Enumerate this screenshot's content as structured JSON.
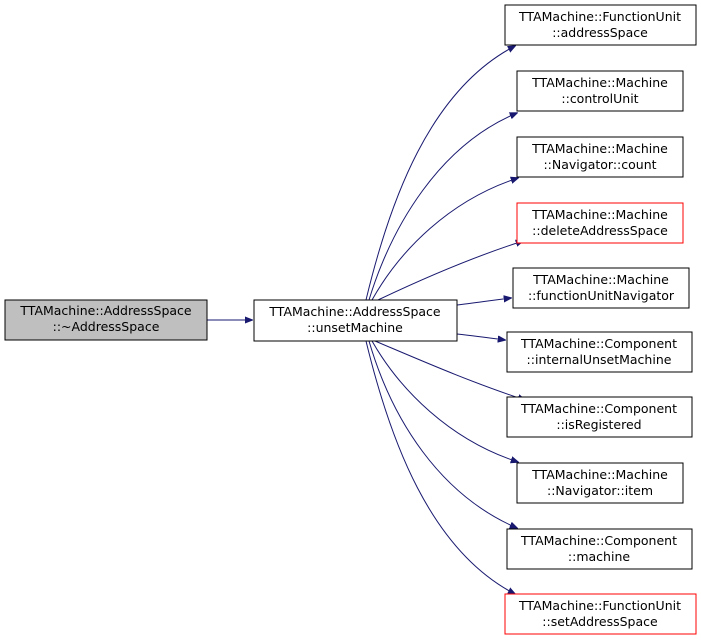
{
  "colors": {
    "edge": "#191970",
    "border_default": "#000000",
    "border_highlight": "#ff0000",
    "fill_root": "#bfbfbf",
    "fill_default": "#ffffff"
  },
  "nodes": {
    "root": {
      "line1": "TTAMachine::AddressSpace",
      "line2": "::~AddressSpace"
    },
    "center": {
      "line1": "TTAMachine::AddressSpace",
      "line2": "::unsetMachine"
    },
    "callees": [
      {
        "line1": "TTAMachine::FunctionUnit",
        "line2": "::addressSpace",
        "highlight": false
      },
      {
        "line1": "TTAMachine::Machine",
        "line2": "::controlUnit",
        "highlight": false
      },
      {
        "line1": "TTAMachine::Machine",
        "line2": "::Navigator::count",
        "highlight": false
      },
      {
        "line1": "TTAMachine::Machine",
        "line2": "::deleteAddressSpace",
        "highlight": true
      },
      {
        "line1": "TTAMachine::Machine",
        "line2": "::functionUnitNavigator",
        "highlight": false
      },
      {
        "line1": "TTAMachine::Component",
        "line2": "::internalUnsetMachine",
        "highlight": false
      },
      {
        "line1": "TTAMachine::Component",
        "line2": "::isRegistered",
        "highlight": false
      },
      {
        "line1": "TTAMachine::Machine",
        "line2": "::Navigator::item",
        "highlight": false
      },
      {
        "line1": "TTAMachine::Component",
        "line2": "::machine",
        "highlight": false
      },
      {
        "line1": "TTAMachine::FunctionUnit",
        "line2": "::setAddressSpace",
        "highlight": true
      }
    ]
  }
}
